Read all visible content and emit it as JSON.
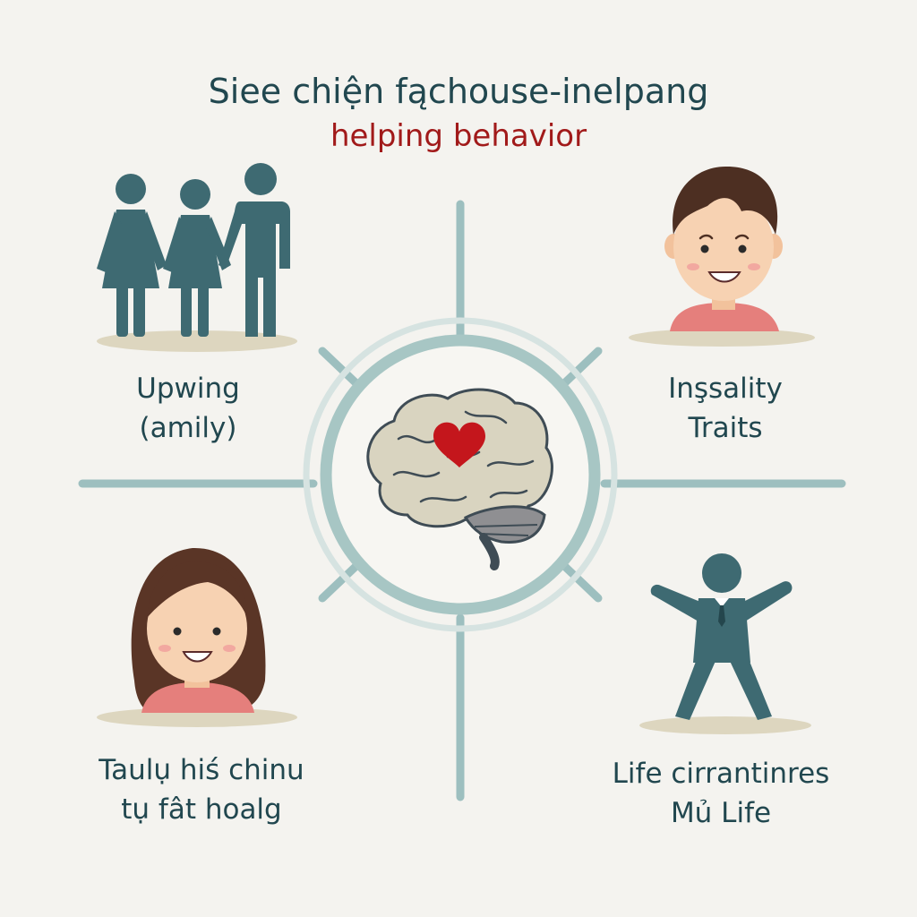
{
  "title": {
    "line1": "Siee chiện fąchouse-inelpang",
    "line2": "helping behavior"
  },
  "quadrants": {
    "top_left": {
      "line1": "Upwing",
      "line2": "(amily)",
      "icon": "family-icon"
    },
    "top_right": {
      "line1": "Inşsality",
      "line2": "Traits",
      "icon": "boy-face-icon"
    },
    "bottom_left": {
      "line1": "Taulụ hiś chinu",
      "line2": "tụ fât hoalg",
      "icon": "girl-face-icon"
    },
    "bottom_right": {
      "line1": "Life cirrantinres",
      "line2": "Mủ Life",
      "icon": "businessman-icon"
    }
  },
  "center": {
    "icon": "brain-heart-icon"
  },
  "colors": {
    "heading": "#21474f",
    "accent": "#a11a1a",
    "figure": "#3e6a72",
    "crosshair": "#9dbfbf",
    "heart": "#c4161c",
    "skin": "#f7d2b2",
    "shirt": "#e57f7c",
    "boy_hair": "#4d2f22",
    "girl_hair": "#5a3526",
    "shadow": "#ddd6bf"
  }
}
